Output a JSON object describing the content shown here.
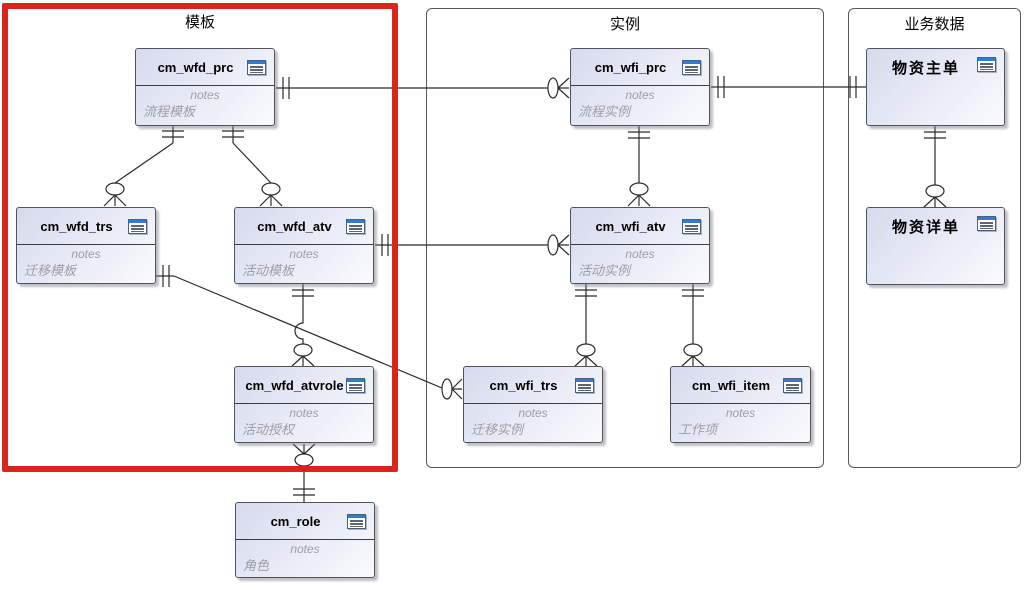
{
  "groups": {
    "template": {
      "label": "模板"
    },
    "instance": {
      "label": "实例"
    },
    "business": {
      "label": "业务数据"
    }
  },
  "entities": {
    "cm_wfd_prc": {
      "name": "cm_wfd_prc",
      "notes": "notes",
      "annotation": "流程模板"
    },
    "cm_wfd_trs": {
      "name": "cm_wfd_trs",
      "notes": "notes",
      "annotation": "迁移模板"
    },
    "cm_wfd_atv": {
      "name": "cm_wfd_atv",
      "notes": "notes",
      "annotation": "活动模板"
    },
    "cm_wfd_atvrole": {
      "name": "cm_wfd_atvrole",
      "notes": "notes",
      "annotation": "活动授权"
    },
    "cm_role": {
      "name": "cm_role",
      "notes": "notes",
      "annotation": "角色"
    },
    "cm_wfi_prc": {
      "name": "cm_wfi_prc",
      "notes": "notes",
      "annotation": "流程实例"
    },
    "cm_wfi_atv": {
      "name": "cm_wfi_atv",
      "notes": "notes",
      "annotation": "活动实例"
    },
    "cm_wfi_trs": {
      "name": "cm_wfi_trs",
      "notes": "notes",
      "annotation": "迁移实例"
    },
    "cm_wfi_item": {
      "name": "cm_wfi_item",
      "notes": "notes",
      "annotation": "工作项"
    },
    "wuzi_master": {
      "name": "物资主单"
    },
    "wuzi_detail": {
      "name": "物资详单"
    }
  },
  "relationships": [
    {
      "from": "cm_wfd_prc",
      "to": "cm_wfd_trs",
      "from_end": "one",
      "to_end": "zero-or-many"
    },
    {
      "from": "cm_wfd_prc",
      "to": "cm_wfd_atv",
      "from_end": "one",
      "to_end": "zero-or-many"
    },
    {
      "from": "cm_wfd_prc",
      "to": "cm_wfi_prc",
      "from_end": "one",
      "to_end": "zero-or-many"
    },
    {
      "from": "cm_wfd_atv",
      "to": "cm_wfi_atv",
      "from_end": "one",
      "to_end": "zero-or-many"
    },
    {
      "from": "cm_wfd_trs",
      "to": "cm_wfi_trs",
      "from_end": "one",
      "to_end": "zero-or-many"
    },
    {
      "from": "cm_wfd_atv",
      "to": "cm_wfd_atvrole",
      "from_end": "one",
      "to_end": "zero-or-many"
    },
    {
      "from": "cm_role",
      "to": "cm_wfd_atvrole",
      "from_end": "one",
      "to_end": "zero-or-many"
    },
    {
      "from": "cm_wfi_prc",
      "to": "cm_wfi_atv",
      "from_end": "one",
      "to_end": "zero-or-many"
    },
    {
      "from": "cm_wfi_atv",
      "to": "cm_wfi_trs",
      "from_end": "one",
      "to_end": "zero-or-many"
    },
    {
      "from": "cm_wfi_atv",
      "to": "cm_wfi_item",
      "from_end": "one",
      "to_end": "zero-or-many"
    },
    {
      "from": "cm_wfi_prc",
      "to": "wuzi_master",
      "from_end": "one",
      "to_end": "one"
    },
    {
      "from": "wuzi_master",
      "to": "wuzi_detail",
      "from_end": "one",
      "to_end": "zero-or-many"
    }
  ],
  "icons": {
    "entity_badge": "document-icon"
  },
  "colors": {
    "highlight_border": "#da251b",
    "entity_fill_start": "#d6daed",
    "entity_fill_end": "#fafbfe",
    "icon_blue": "#2f7cd8",
    "connector": "#2b2b2b",
    "muted_text": "#9c9da6"
  }
}
